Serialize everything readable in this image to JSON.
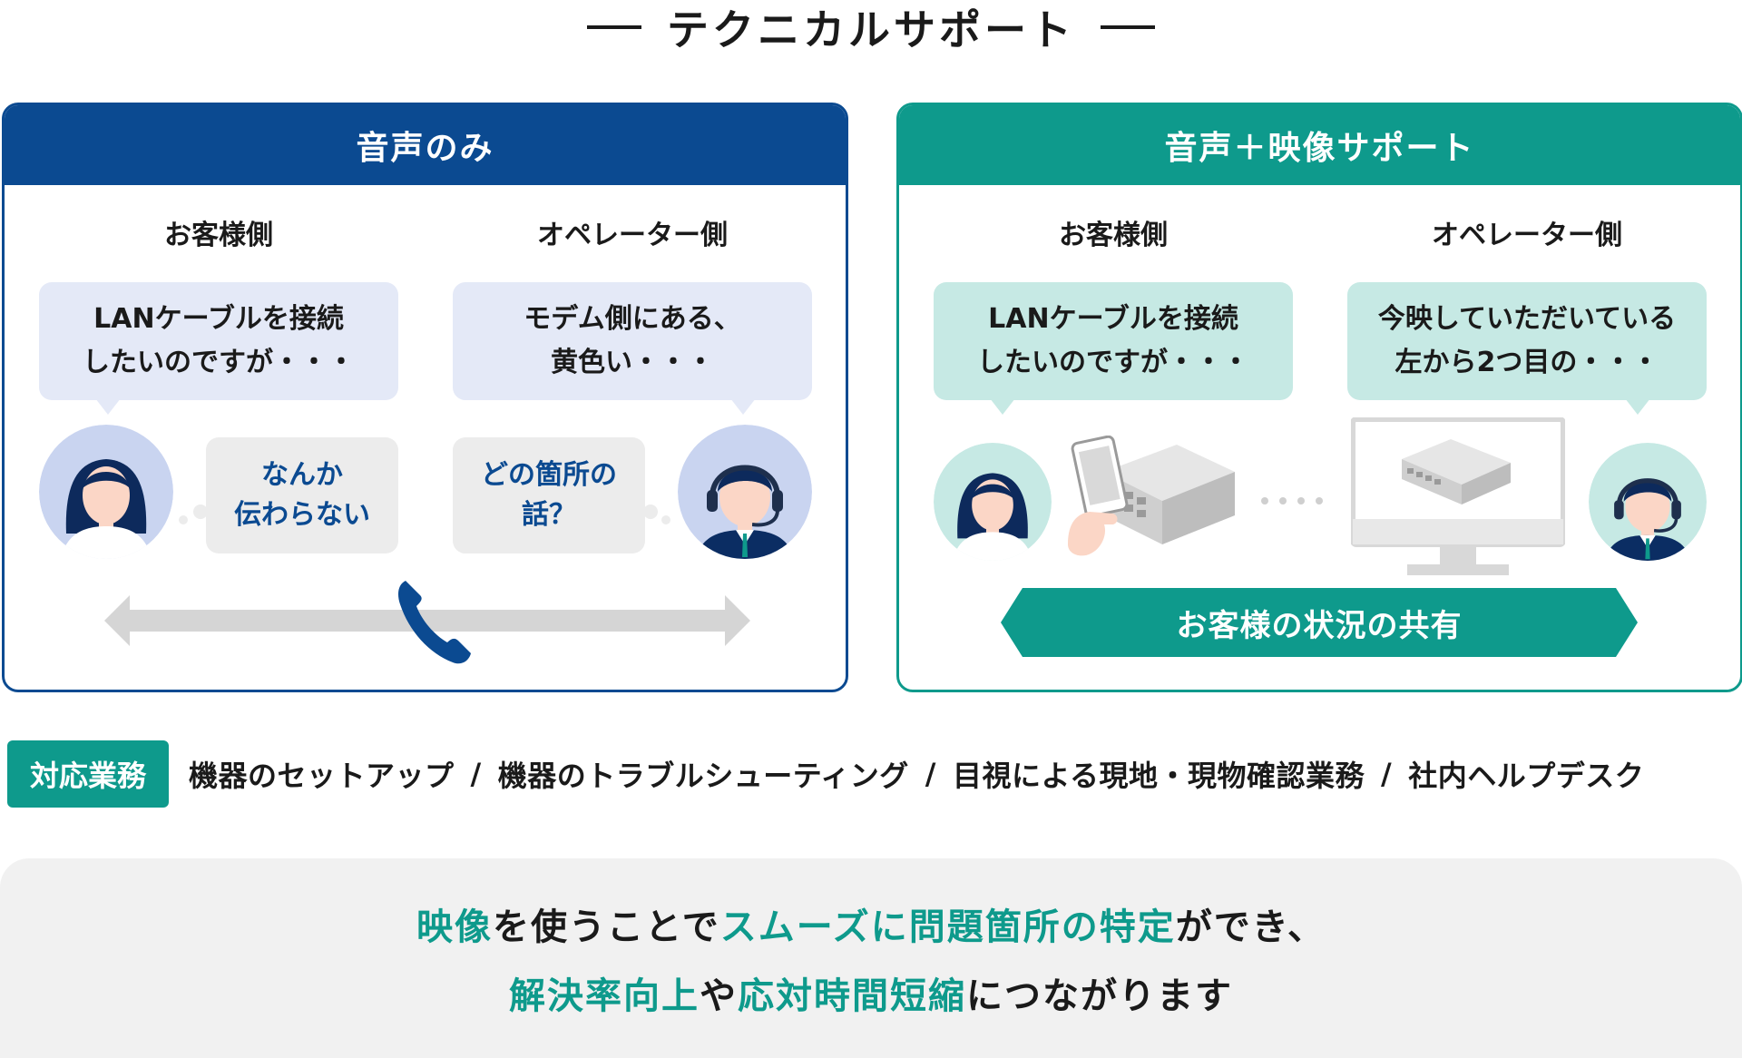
{
  "title": "テクニカルサポート",
  "colors": {
    "navy": "#0b4a91",
    "teal": "#0e9a8c"
  },
  "voice_panel": {
    "header": "音声のみ",
    "customer_label": "お客様側",
    "operator_label": "オペレーター側",
    "customer_bubble": "LANケーブルを接続\nしたいのですが・・・",
    "operator_bubble": "モデム側にある、\n黄色い・・・",
    "customer_thought": "なんか\n伝わらない",
    "operator_thought": "どの箇所の\n話？",
    "icons": [
      "customer-avatar",
      "operator-avatar",
      "phone-icon",
      "double-arrow"
    ]
  },
  "video_panel": {
    "header": "音声＋映像サポート",
    "customer_label": "お客様側",
    "operator_label": "オペレーター側",
    "customer_bubble": "LANケーブルを接続\nしたいのですが・・・",
    "operator_bubble": "今映していただいている\n左から2つ目の・・・",
    "banner": "お客様の状況の共有",
    "icons": [
      "customer-avatar",
      "smartphone-icon",
      "router-icon",
      "monitor-icon",
      "operator-avatar"
    ]
  },
  "business": {
    "tag": "対応業務",
    "items": [
      "機器のセットアップ",
      "機器のトラブルシューティング",
      "目視による現地・現物確認業務",
      "社内ヘルプデスク"
    ],
    "separator": "/"
  },
  "summary": {
    "line1": [
      {
        "text": "映像",
        "highlight": true
      },
      {
        "text": "を使うことで",
        "highlight": false
      },
      {
        "text": "スムーズに問題箇所の特定",
        "highlight": true
      },
      {
        "text": "ができ、",
        "highlight": false
      }
    ],
    "line2": [
      {
        "text": "解決率向上",
        "highlight": true
      },
      {
        "text": "や",
        "highlight": false
      },
      {
        "text": "応対時間短縮",
        "highlight": true
      },
      {
        "text": "につながります",
        "highlight": false
      }
    ]
  }
}
